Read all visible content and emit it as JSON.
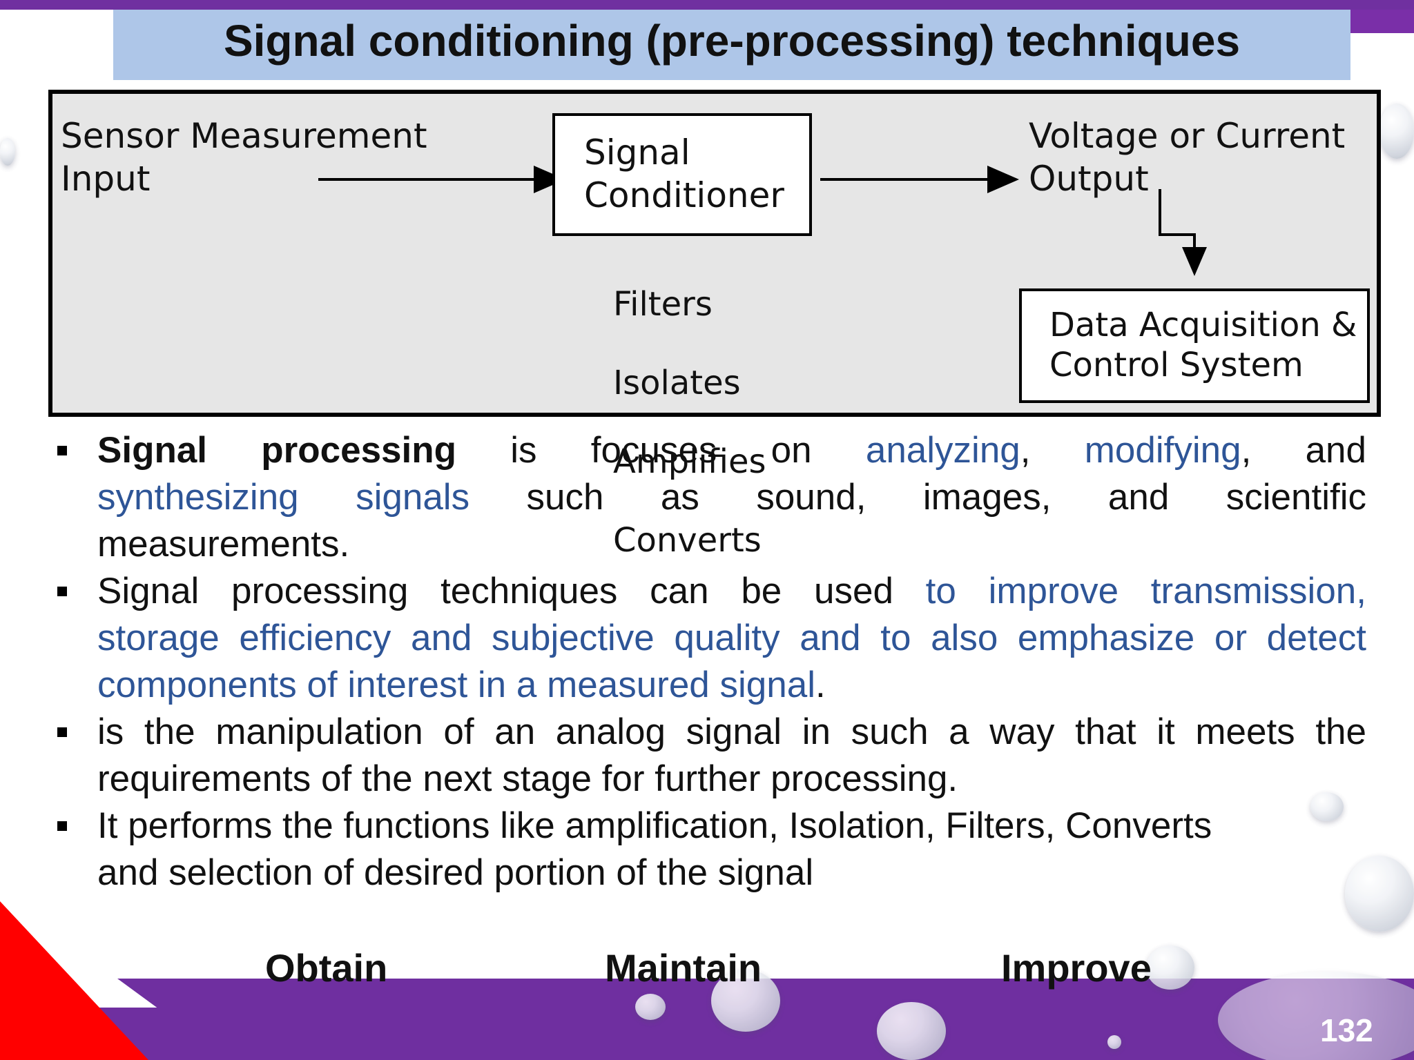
{
  "title": "Signal conditioning (pre-processing) techniques",
  "diagram": {
    "input_label": "Sensor  Measurement\nInput",
    "conditioner_label": "Signal\nConditioner",
    "functions": [
      "Filters",
      "Isolates",
      "Amplifies",
      "Converts"
    ],
    "output_label": "Voltage or Current\nOutput",
    "daq_label": "Data Acquisition &\nControl System"
  },
  "bullets": {
    "b1_bold": "Signal processing",
    "b1_is": "is",
    "b1_focuses": "focuses",
    "b1_on": "on",
    "b1_analyzing": "analyzing",
    "b1_comma1": ",",
    "b1_modifying": "modifying",
    "b1_comma2": ",",
    "b1_and1": "and",
    "b1_synthesizing": "synthesizing",
    "b1_signals": "signals",
    "b1_rest2": "such as sound, images, and scientific",
    "b1_line3": "measurements.",
    "b2_start": "Signal processing techniques can be used",
    "b2_blue1": "to improve transmission,",
    "b2_line2": "storage efficiency and subjective quality and to also emphasize or detect",
    "b2_line3": "components of interest in a measured signal",
    "b2_period": ".",
    "b3_line1": "is the manipulation of an analog signal in such a way that it meets the",
    "b3_line2": "requirements of the next stage for further processing.",
    "b4_line1": "It performs the functions like amplification, Isolation, Filters, Converts",
    "b4_line2": "and selection of desired portion of the signal"
  },
  "bottom_words": [
    "Obtain",
    "Maintain",
    "Improve"
  ],
  "page_number": "132",
  "colors": {
    "accent_purple": "#6f2fa0",
    "title_band": "#aec6e8",
    "link_blue": "#2e5597",
    "red_corner": "#ff0000"
  }
}
